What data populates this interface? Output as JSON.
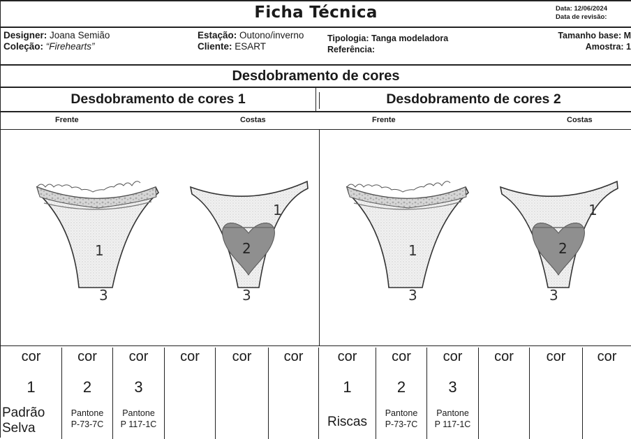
{
  "header": {
    "title": "Ficha Técnica",
    "date_label": "Data: 12/06/2024",
    "revision_label": "Data de revisão:"
  },
  "meta": {
    "designer_label": "Designer:",
    "designer_value": " Joana Semião",
    "collection_label": "Coleção:",
    "collection_value": " “Firehearts”",
    "season_label": "Estação:",
    "season_value": " Outono/inverno",
    "client_label": "Cliente:",
    "client_value": " ESART",
    "type_label": "Tipologia: Tanga modeladora",
    "reference_label": "Referência:",
    "size_label": "Tamanho base: M",
    "sample_label": "Amostra: 1"
  },
  "section_title": "Desdobramento de cores",
  "breakdowns": [
    {
      "title": "Desdobramento de cores 1",
      "front": "Frente",
      "back": "Costas"
    },
    {
      "title": "Desdobramento de cores 2",
      "front": "Frente",
      "back": "Costas"
    }
  ],
  "illustration_labels": {
    "one": "1",
    "two": "2",
    "three": "3"
  },
  "colors": {
    "cell_label": "cor",
    "set1": [
      {
        "number": "1",
        "name": "Padrão Selva"
      },
      {
        "number": "2",
        "pantone": "Pantone",
        "code": "P-73-7C"
      },
      {
        "number": "3",
        "pantone": "Pantone",
        "code": "P 117-1C"
      }
    ],
    "set2": [
      {
        "number": "1",
        "name": "Riscas"
      },
      {
        "number": "2",
        "pantone": "Pantone",
        "code": "P-73-7C"
      },
      {
        "number": "3",
        "pantone": "Pantone",
        "code": "P 117-1C"
      }
    ]
  },
  "palette": {
    "heart": "#8f8f8f",
    "fabric": "#eeeeee",
    "lace": "#c8c8c8",
    "line": "#333333"
  }
}
